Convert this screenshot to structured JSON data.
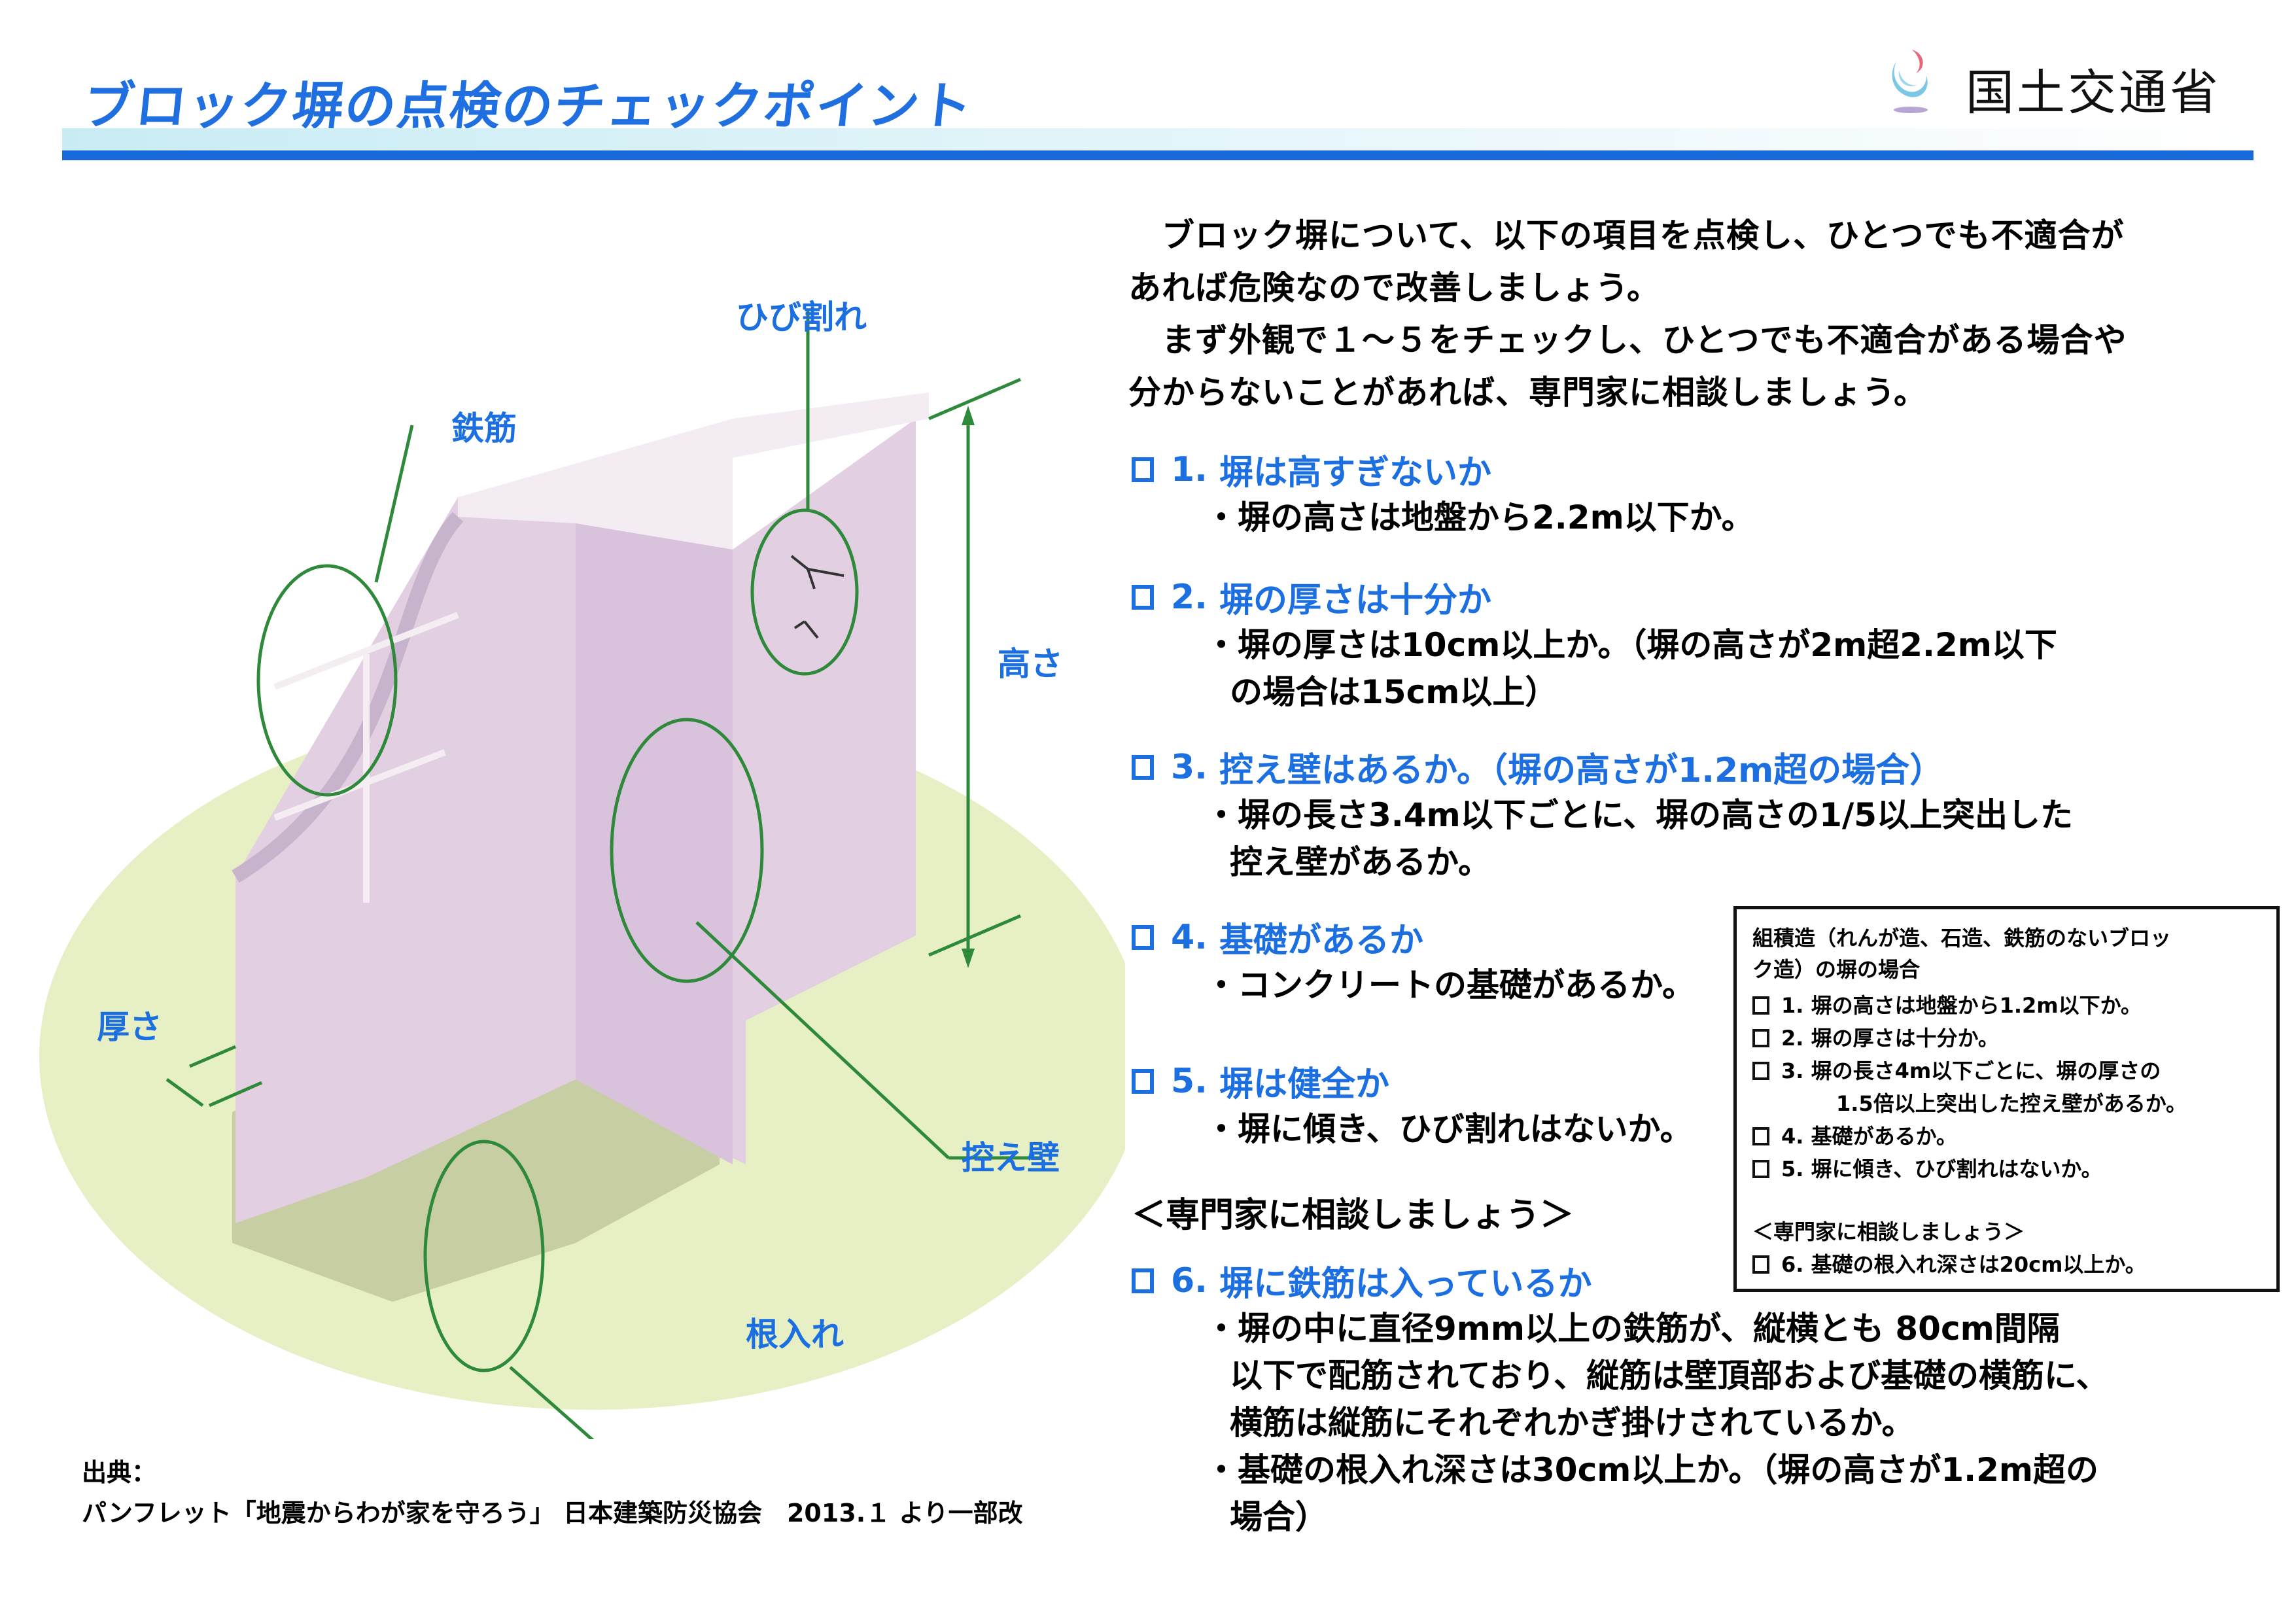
{
  "header": {
    "title": "ブロック塀の点検のチェックポイント",
    "org_name": "国土交通省",
    "logo_icon": "mlit-logo-icon",
    "colors": {
      "title": "#1f6fe0",
      "rule": "#1768d8",
      "band": "#c9ecf4"
    }
  },
  "intro": {
    "lines": [
      "　ブロック塀について、以下の項目を点検し、ひとつでも不適合が",
      "あれば危険なので改善しましょう。",
      "　まず外観で１～５をチェックし、ひとつでも不適合がある場合や",
      "分からないことがあれば、専門家に相談しましょう。"
    ]
  },
  "checks": [
    {
      "num": "1.",
      "heading": "塀は高すぎないか",
      "body": [
        "・塀の高さは地盤から2.2m以下か。"
      ]
    },
    {
      "num": "2.",
      "heading": "塀の厚さは十分か",
      "body": [
        "・塀の厚さは10cm以上か。（塀の高さが2m超2.2m以下",
        "の場合は15cm以上）"
      ]
    },
    {
      "num": "3.",
      "heading": "控え壁はあるか。（塀の高さが1.2m超の場合）",
      "body": [
        "・塀の長さ3.4m以下ごとに、塀の高さの1/5以上突出した",
        "控え壁があるか。"
      ]
    },
    {
      "num": "4.",
      "heading": "基礎があるか",
      "body": [
        "・コンクリートの基礎があるか。"
      ]
    },
    {
      "num": "5.",
      "heading": "塀は健全か",
      "body": [
        "・塀に傾き、ひび割れはないか。"
      ]
    },
    {
      "num": "6.",
      "heading": "塀に鉄筋は入っているか",
      "body": [
        "・塀の中に直径9mm以上の鉄筋が、縦横とも 80cm間隔",
        "以下で配筋されており、縦筋は壁頂部および基礎の横筋に、",
        "横筋は縦筋にそれぞれかぎ掛けされているか。",
        "・基礎の根入れ深さは30cm以上か。（塀の高さが1.2m超の",
        "場合）"
      ]
    }
  ],
  "consult_label": "＜専門家に相談しましょう＞",
  "sidebox": {
    "title_lines": [
      "組積造（れんが造、石造、鉄筋のないブロッ",
      "ク造）の塀の場合"
    ],
    "items": [
      {
        "num": "1.",
        "text": "塀の高さは地盤から1.2m以下か。"
      },
      {
        "num": "2.",
        "text": "塀の厚さは十分か。"
      },
      {
        "num": "3.",
        "text": "塀の長さ4m以下ごとに、塀の厚さの",
        "cont": "1.5倍以上突出した控え壁があるか。"
      },
      {
        "num": "4.",
        "text": "基礎があるか。"
      },
      {
        "num": "5.",
        "text": "塀に傾き、ひび割れはないか。"
      }
    ],
    "consult_label": "＜専門家に相談しましょう＞",
    "item6": {
      "num": "6.",
      "text": "基礎の根入れ深さは20cm以上か。"
    }
  },
  "illustration": {
    "labels": {
      "crack": "ひび割れ",
      "rebar": "鉄筋",
      "height": "高さ",
      "thickness": "厚さ",
      "buttress": "控え壁",
      "embedment": "根入れ"
    },
    "colors": {
      "wall": "#e6d6e8",
      "ground": "#e4efc0",
      "callout": "#2e8a3a"
    }
  },
  "source": {
    "label": "出典：",
    "text": "パンフレット「地震からわが家を守ろう」 日本建築防災協会　2013.１ より一部改"
  }
}
